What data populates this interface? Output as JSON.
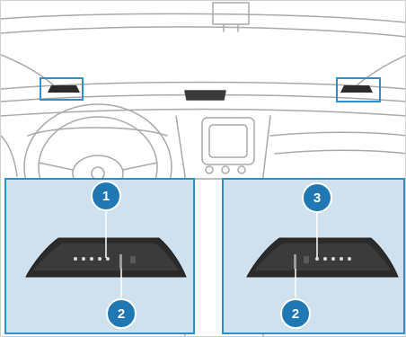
{
  "callouts": {
    "left_top": "1",
    "left_bottom": "2",
    "right_top": "3",
    "right_bottom": "2"
  },
  "colors": {
    "line": "#a9a9a9",
    "line_dark": "#8a8a8a",
    "panel_fill": "#cfe0ee",
    "panel_border": "#2f8fc9",
    "callout_fill": "#1f78b4",
    "callout_ring": "#ffffff",
    "module_dark": "#2b2b2b",
    "module_mid": "#4a4a4a",
    "led": "#d9d9d9"
  },
  "icons": {
    "overhead_module": "overhead-control-module-icon",
    "steering_wheel": "steering-wheel-icon"
  }
}
